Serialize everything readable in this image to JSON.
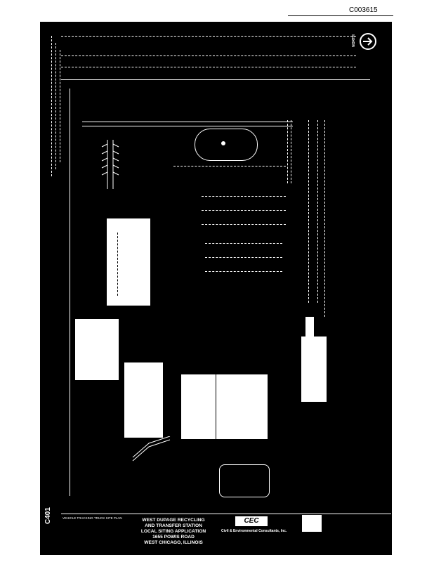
{
  "doc_id": "C003615",
  "north_label": "NORTH",
  "sheet_number": "C401",
  "drawing_title": "VEHICLE TRACKING TRUCK SITE PLAN",
  "project": {
    "line1": "WEST DUPAGE RECYCLING",
    "line2": "AND TRANSFER STATION",
    "line3": "LOCAL SITING APPLICATION",
    "line4": "1655 POWIS ROAD",
    "line5": "WEST CHICAGO, ILLINOIS"
  },
  "firm": {
    "logo": "CEC",
    "name": "Civil & Environmental Consultants, Inc."
  },
  "colors": {
    "sheet": "#000000",
    "linework": "#ffffff",
    "paper": "#ffffff"
  }
}
